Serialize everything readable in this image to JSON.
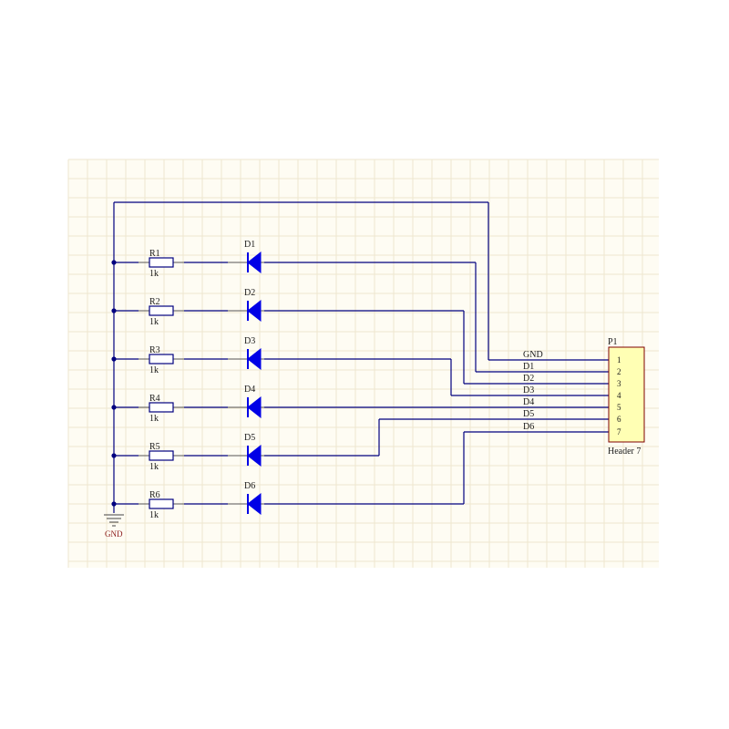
{
  "header": {
    "ref": "P1",
    "comment": "Header 7",
    "pins": [
      "1",
      "2",
      "3",
      "4",
      "5",
      "6",
      "7"
    ]
  },
  "nets": [
    "GND",
    "D1",
    "D2",
    "D3",
    "D4",
    "D5",
    "D6"
  ],
  "resistors": [
    {
      "ref": "R1",
      "value": "1k"
    },
    {
      "ref": "R2",
      "value": "1k"
    },
    {
      "ref": "R3",
      "value": "1k"
    },
    {
      "ref": "R4",
      "value": "1k"
    },
    {
      "ref": "R5",
      "value": "1k"
    },
    {
      "ref": "R6",
      "value": "1k"
    }
  ],
  "diodes": [
    {
      "ref": "D1"
    },
    {
      "ref": "D2"
    },
    {
      "ref": "D3"
    },
    {
      "ref": "D4"
    },
    {
      "ref": "D5"
    },
    {
      "ref": "D6"
    }
  ],
  "ground": {
    "label": "GND"
  },
  "colors": {
    "wire": "#00007f",
    "diode": "#0000e6",
    "header_fill": "#ffffb4",
    "grid": "#eee6cf"
  }
}
